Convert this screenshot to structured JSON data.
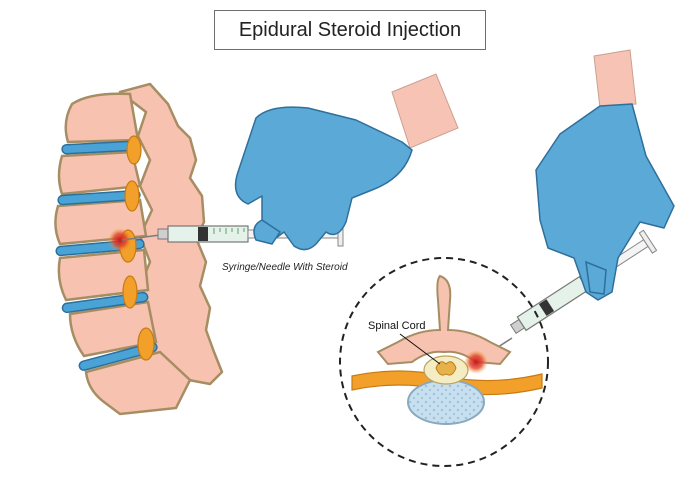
{
  "title": "Epidural Steroid Injection",
  "labels": {
    "syringe": "Syringe/Needle With Steroid",
    "spinal_cord": "Spinal Cord"
  },
  "colors": {
    "bone": "#f7c3b0",
    "bone_outline": "#a68d63",
    "disc": "#4aa3d6",
    "nerve": "#f2a02a",
    "glove": "#5aa9d6",
    "skin": "#f7c3b4",
    "injection_site": "#c7171d",
    "syringe_barrel": "#e5f2ea",
    "cord": "#f2e49a"
  },
  "icons": {
    "left_hand": "gloved-hand-icon",
    "right_hand": "gloved-hand-icon",
    "left_syringe": "syringe-icon",
    "right_syringe": "syringe-icon"
  }
}
